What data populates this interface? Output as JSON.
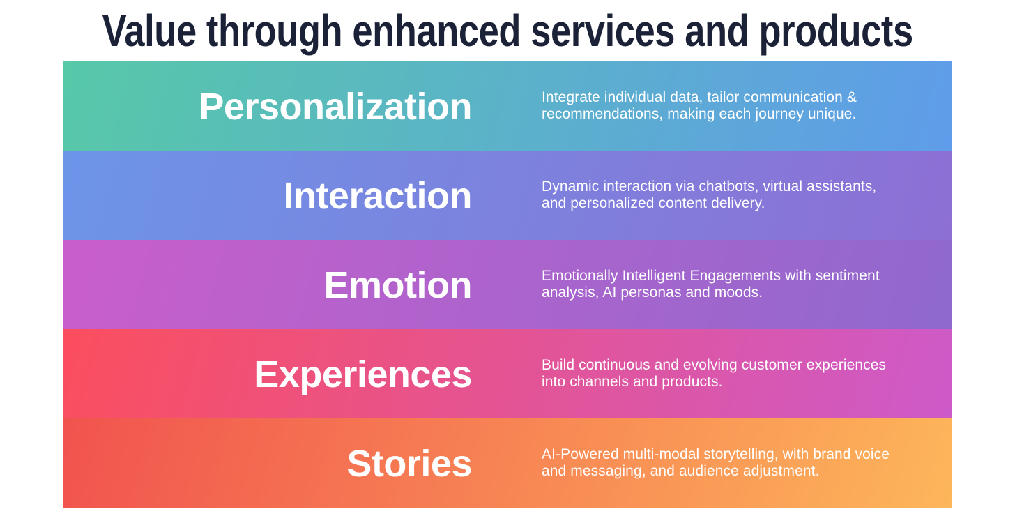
{
  "title": "Value through enhanced services and products",
  "title_color": "#1b2137",
  "background_color": "#ffffff",
  "text_color_on_bands": "#ffffff",
  "rows": [
    {
      "label": "Personalization",
      "description": "Integrate individual data, tailor communication & recommendations, making each journey unique.",
      "gradient_start": "#57c8a8",
      "gradient_end": "#5f9cea"
    },
    {
      "label": "Interaction",
      "description": "Dynamic interaction via chatbots, virtual assistants, and personalized content delivery.",
      "gradient_start": "#6c95e8",
      "gradient_end": "#8d6fd4"
    },
    {
      "label": "Emotion",
      "description": "Emotionally Intelligent Engagements with sentiment analysis, AI personas and moods.",
      "gradient_start": "#c95ecb",
      "gradient_end": "#8f69ce"
    },
    {
      "label": "Experiences",
      "description": "Build continuous and evolving customer experiences into channels and products.",
      "gradient_start": "#fb4e5e",
      "gradient_end": "#cd5ac9"
    },
    {
      "label": "Stories",
      "description": "AI-Powered multi-modal storytelling, with brand voice and messaging, and audience adjustment.",
      "gradient_start": "#f1534e",
      "gradient_end": "#fdb65a"
    }
  ]
}
